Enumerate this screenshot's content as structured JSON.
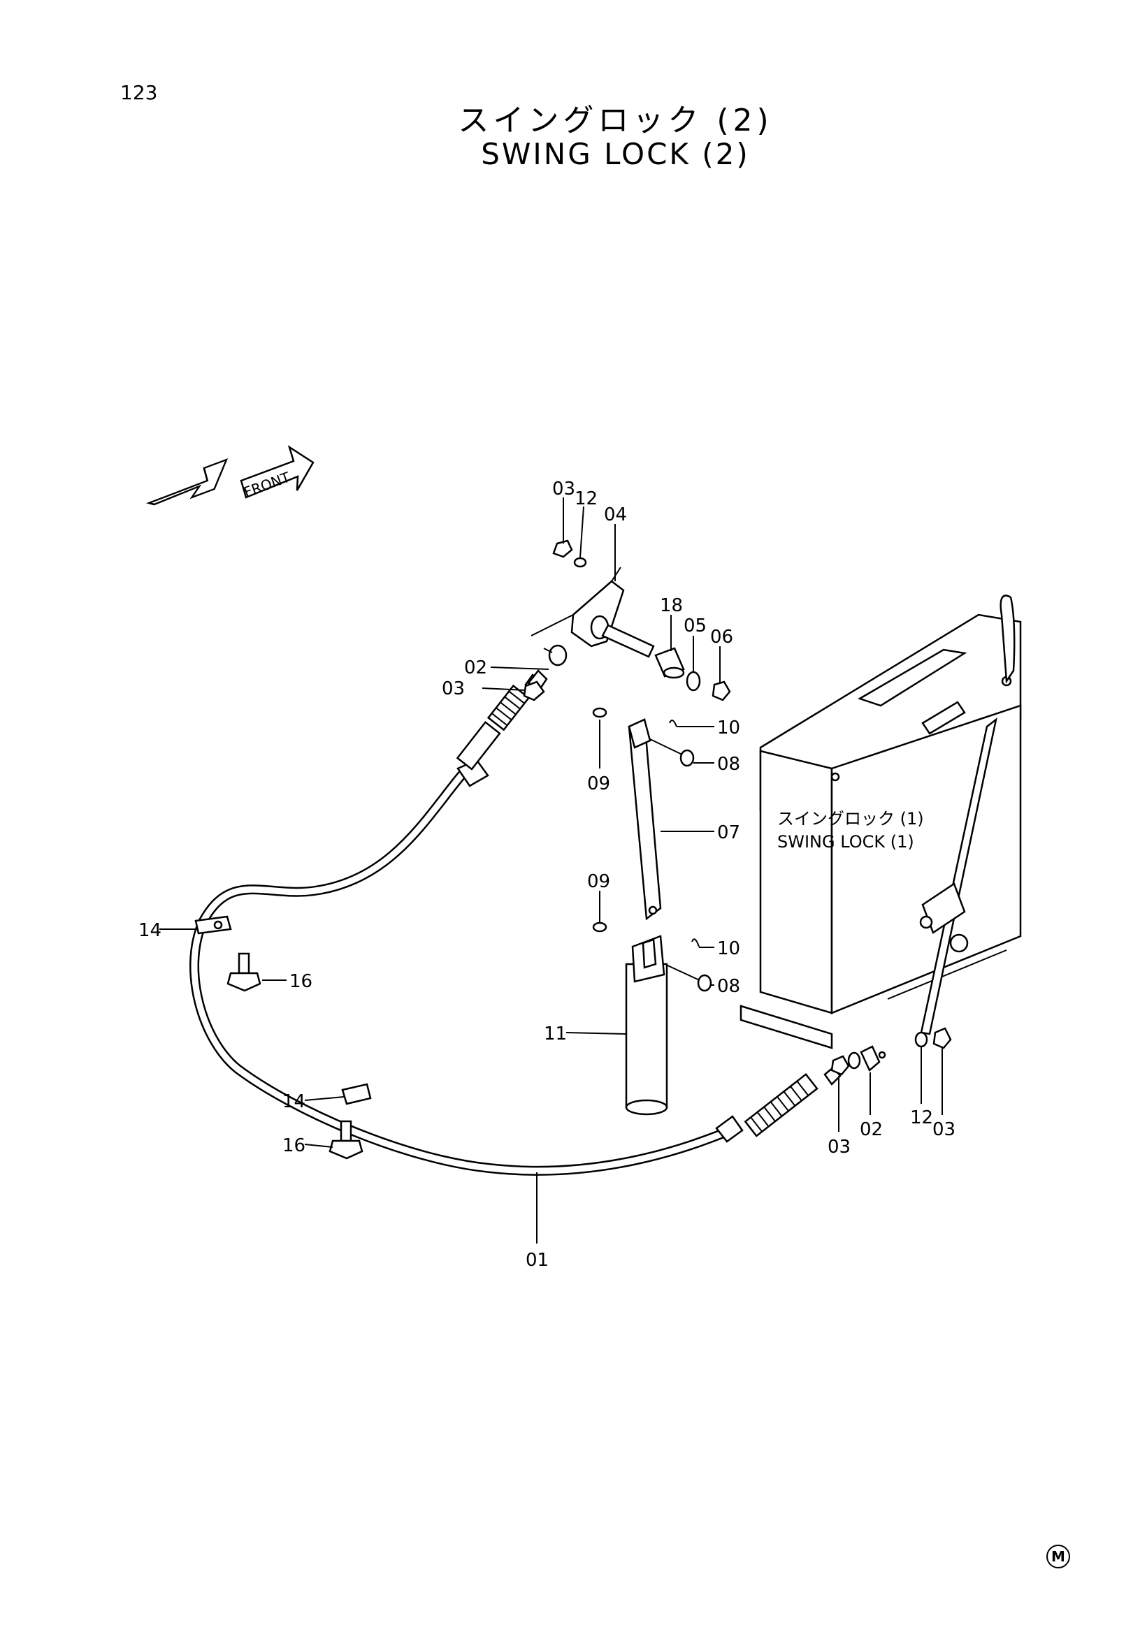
{
  "page_number": "123",
  "title_ja": "スイングロック (2)",
  "title_en": "SWING LOCK (2)",
  "front_label": "FRONT",
  "reference": {
    "ja": "スイングロック (1)",
    "en": "SWING LOCK (1)"
  },
  "corner_mark": "M",
  "callouts": {
    "c01": "01",
    "c02_left": "02",
    "c02_right": "02",
    "c03_top": "03",
    "c03_left": "03",
    "c03_bottom": "03",
    "c03_right": "03",
    "c04": "04",
    "c05": "05",
    "c06": "06",
    "c07": "07",
    "c08_upper": "08",
    "c08_lower": "08",
    "c09_upper": "09",
    "c09_lower": "09",
    "c10_upper": "10",
    "c10_lower": "10",
    "c11": "11",
    "c12_top": "12",
    "c12_right": "12",
    "c14_upper": "14",
    "c14_lower": "14",
    "c16_upper": "16",
    "c16_lower": "16",
    "c18": "18"
  }
}
